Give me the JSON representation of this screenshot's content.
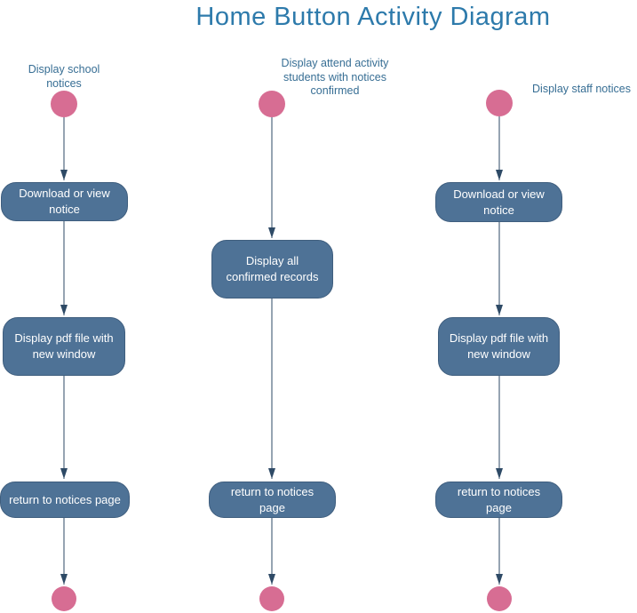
{
  "title": "Home Button Activity Diagram",
  "colors": {
    "title_text": "#2d7aab",
    "label_text": "#376e94",
    "activity_fill": "#4e7296",
    "activity_border": "#3f5e7e",
    "activity_text": "#ffffff",
    "edge": "#2e4a66",
    "terminal_fill": "#d76d93"
  },
  "diagram": {
    "type": "activity-diagram",
    "lanes": [
      {
        "id": "school-notices",
        "start_label": "Display school notices",
        "steps": [
          "Download or view notice",
          "Display pdf file with new window",
          "return to notices page"
        ]
      },
      {
        "id": "attend-activity-confirmed",
        "start_label": "Display attend activity students with notices confirmed",
        "steps": [
          "Display all confirmed records",
          "return to notices page"
        ]
      },
      {
        "id": "staff-notices",
        "start_label": "Display staff notices",
        "steps": [
          "Download or view notice",
          "Display pdf file with new window",
          "return to notices page"
        ]
      }
    ]
  }
}
